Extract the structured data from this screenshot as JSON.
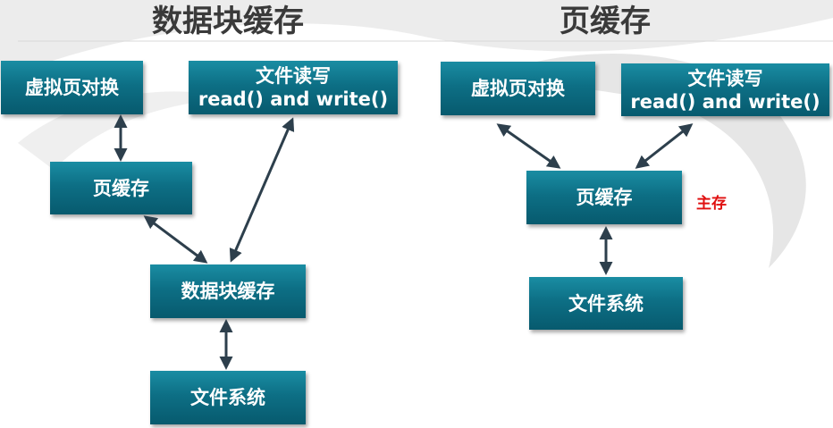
{
  "titles": {
    "left": "数据块缓存",
    "right": "页缓存"
  },
  "left_diagram": {
    "virtual_page_swap": "虚拟页对换",
    "file_rw_line1": "文件读写",
    "file_rw_line2": "read() and write()",
    "page_cache": "页缓存",
    "block_cache": "数据块缓存",
    "file_system": "文件系统"
  },
  "right_diagram": {
    "virtual_page_swap": "虚拟页对换",
    "file_rw_line1": "文件读写",
    "file_rw_line2": "read() and write()",
    "page_cache": "页缓存",
    "main_memory_note": "主存",
    "file_system": "文件系统"
  },
  "colors": {
    "box_top": "#1a8da3",
    "box_bottom": "#075a6e",
    "arrow": "#2d3f4c",
    "note": "#e01010",
    "title": "#3a3a3a"
  }
}
